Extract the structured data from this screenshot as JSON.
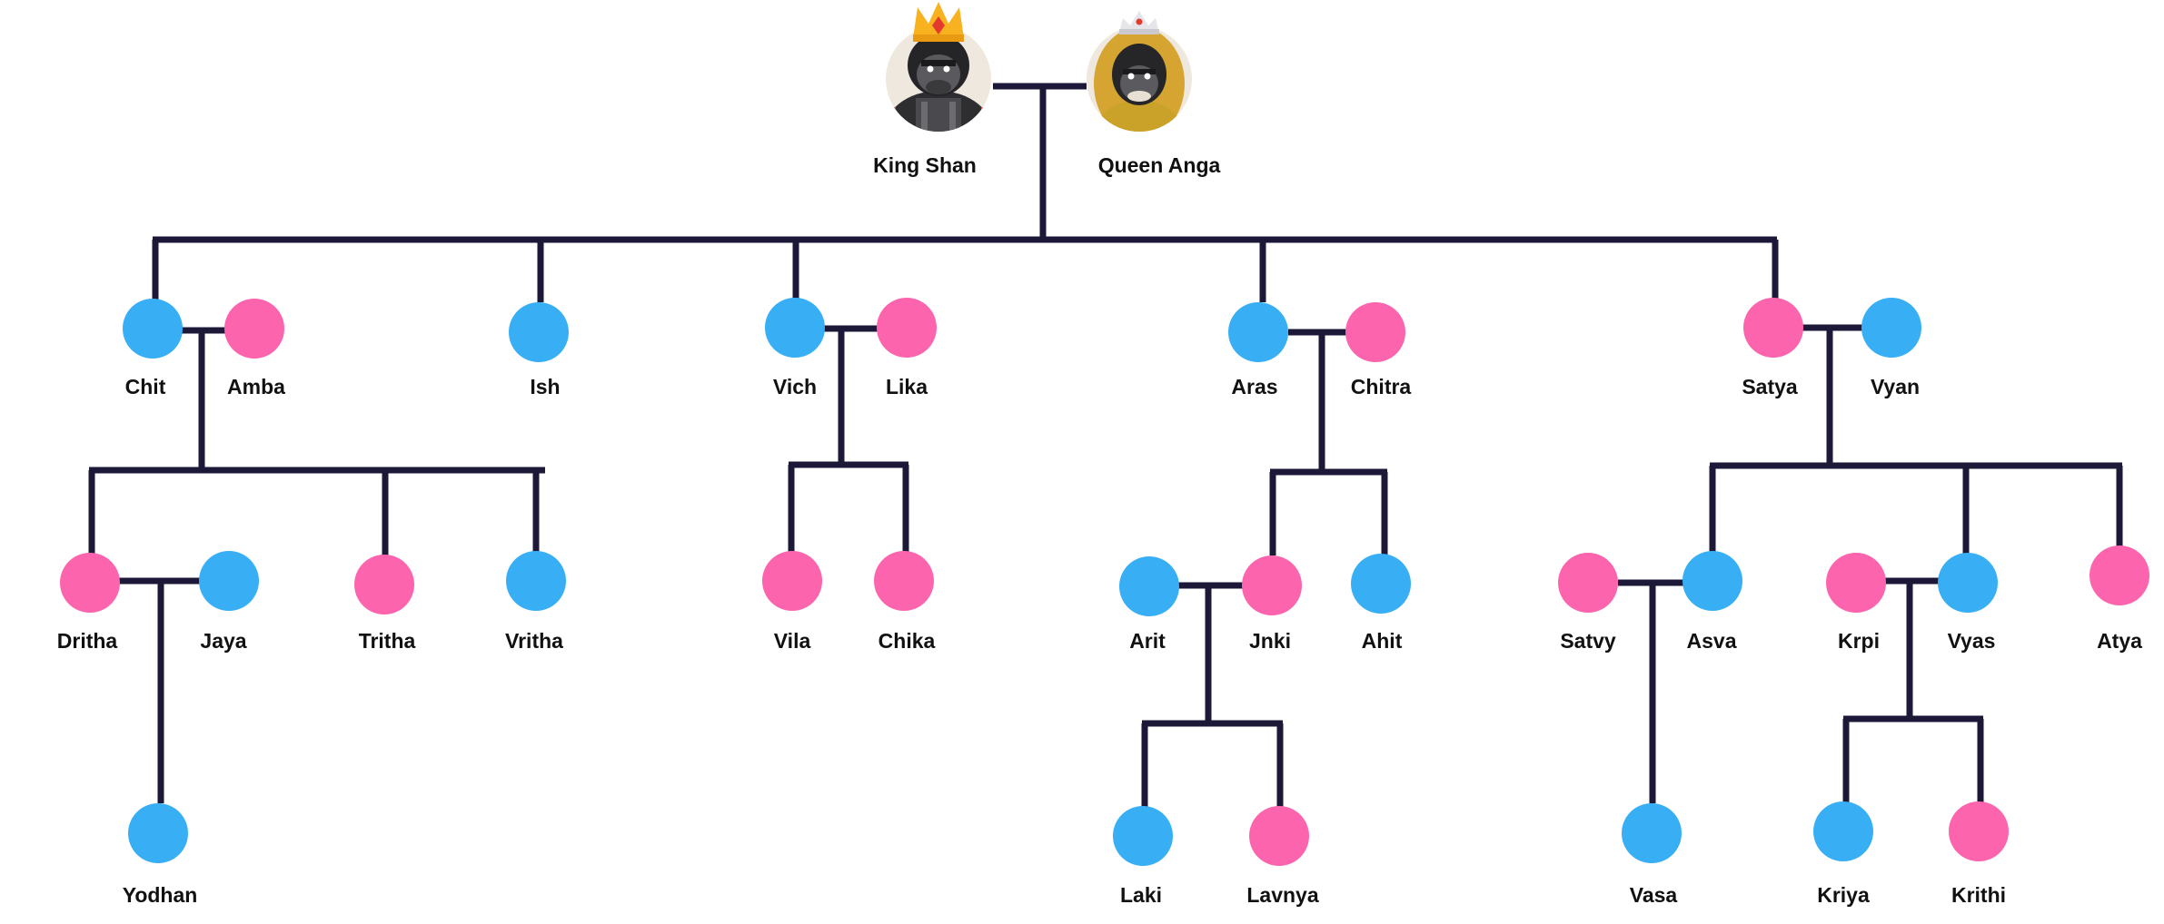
{
  "colors": {
    "male": "#38aef5",
    "female": "#fc65ae",
    "line": "#1c1838",
    "text": "#111111"
  },
  "rulers": {
    "king": {
      "name": "King Shan",
      "icon": "gorilla-king-icon"
    },
    "queen": {
      "name": "Queen Anga",
      "icon": "gorilla-queen-icon"
    }
  },
  "members": [
    {
      "id": "chit",
      "name": "Chit",
      "gender": "male"
    },
    {
      "id": "amba",
      "name": "Amba",
      "gender": "female"
    },
    {
      "id": "ish",
      "name": "Ish",
      "gender": "male"
    },
    {
      "id": "vich",
      "name": "Vich",
      "gender": "male"
    },
    {
      "id": "lika",
      "name": "Lika",
      "gender": "female"
    },
    {
      "id": "aras",
      "name": "Aras",
      "gender": "male"
    },
    {
      "id": "chitra",
      "name": "Chitra",
      "gender": "female"
    },
    {
      "id": "satya",
      "name": "Satya",
      "gender": "female"
    },
    {
      "id": "vyan",
      "name": "Vyan",
      "gender": "male"
    },
    {
      "id": "dritha",
      "name": "Dritha",
      "gender": "female"
    },
    {
      "id": "jaya",
      "name": "Jaya",
      "gender": "male"
    },
    {
      "id": "tritha",
      "name": "Tritha",
      "gender": "female"
    },
    {
      "id": "vritha",
      "name": "Vritha",
      "gender": "male"
    },
    {
      "id": "vila",
      "name": "Vila",
      "gender": "female"
    },
    {
      "id": "chika",
      "name": "Chika",
      "gender": "female"
    },
    {
      "id": "arit",
      "name": "Arit",
      "gender": "male"
    },
    {
      "id": "jnki",
      "name": "Jnki",
      "gender": "female"
    },
    {
      "id": "ahit",
      "name": "Ahit",
      "gender": "male"
    },
    {
      "id": "satvy",
      "name": "Satvy",
      "gender": "female"
    },
    {
      "id": "asva",
      "name": "Asva",
      "gender": "male"
    },
    {
      "id": "krpi",
      "name": "Krpi",
      "gender": "female"
    },
    {
      "id": "vyas",
      "name": "Vyas",
      "gender": "male"
    },
    {
      "id": "atya",
      "name": "Atya",
      "gender": "female"
    },
    {
      "id": "yodhan",
      "name": "Yodhan",
      "gender": "male"
    },
    {
      "id": "laki",
      "name": "Laki",
      "gender": "male"
    },
    {
      "id": "lavnya",
      "name": "Lavnya",
      "gender": "female"
    },
    {
      "id": "vasa",
      "name": "Vasa",
      "gender": "male"
    },
    {
      "id": "kriya",
      "name": "Kriya",
      "gender": "male"
    },
    {
      "id": "krithi",
      "name": "Krithi",
      "gender": "female"
    }
  ]
}
